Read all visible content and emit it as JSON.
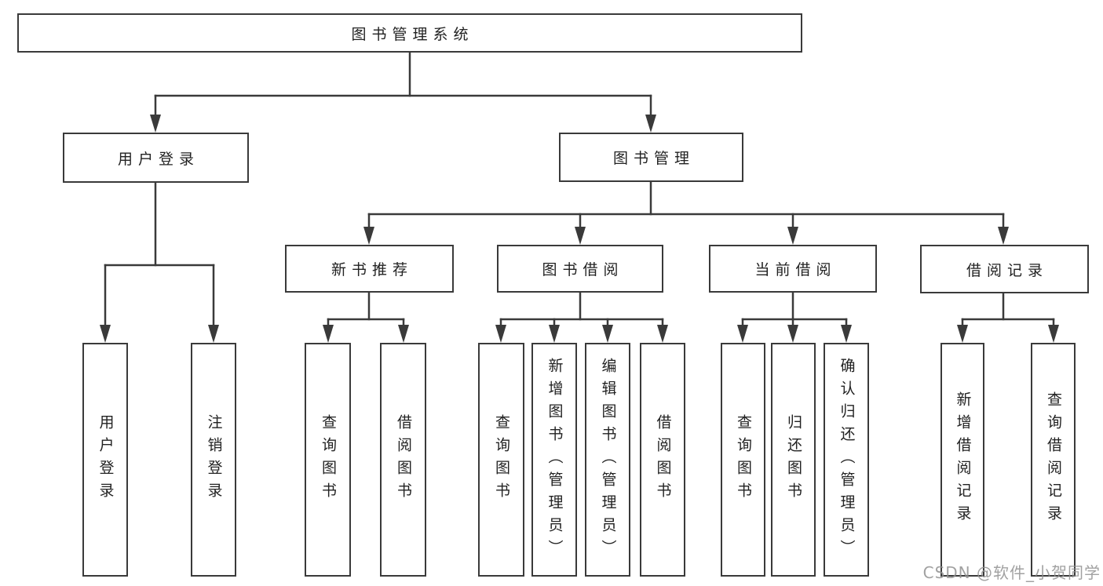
{
  "root": {
    "label": "图书管理系统"
  },
  "branches": [
    {
      "label": "用户登录",
      "children": [
        {
          "label": "用户登录"
        },
        {
          "label": "注销登录"
        }
      ]
    },
    {
      "label": "图书管理",
      "children": [
        {
          "label": "新书推荐",
          "children": [
            {
              "label": "查询图书"
            },
            {
              "label": "借阅图书"
            }
          ]
        },
        {
          "label": "图书借阅",
          "children": [
            {
              "label": "查询图书"
            },
            {
              "label": "新增图书（管理员）"
            },
            {
              "label": "编辑图书（管理员）"
            },
            {
              "label": "借阅图书"
            }
          ]
        },
        {
          "label": "当前借阅",
          "children": [
            {
              "label": "查询图书"
            },
            {
              "label": "归还图书"
            },
            {
              "label": "确认归还（管理员）"
            }
          ]
        },
        {
          "label": "借阅记录",
          "children": [
            {
              "label": "新增借阅记录"
            },
            {
              "label": "查询借阅记录"
            }
          ]
        }
      ]
    }
  ],
  "watermark": "CSDN @软件_小贺同学",
  "colors": {
    "line": "#3a3a3a",
    "text": "#222222",
    "watermark": "#919191",
    "background": "#ffffff"
  }
}
